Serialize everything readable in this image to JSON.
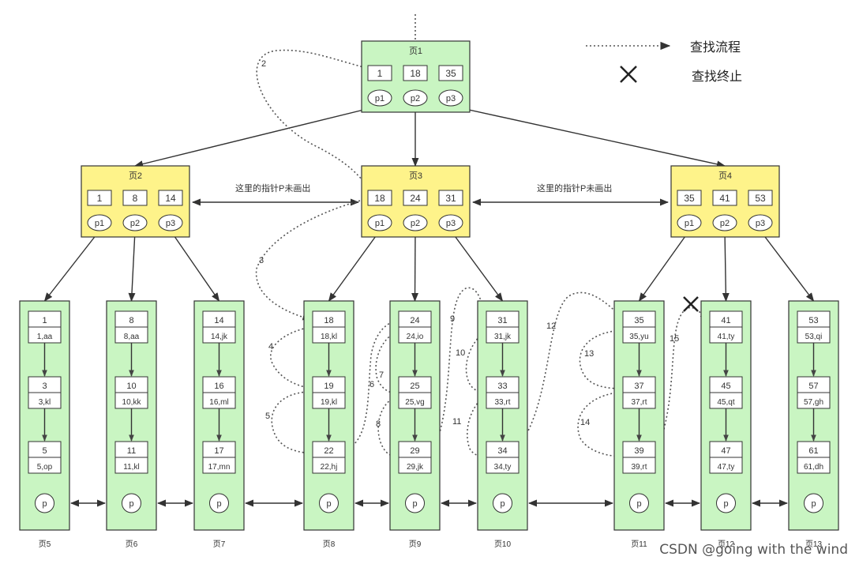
{
  "legend": {
    "flow_label": "查找流程",
    "stop_label": "查找终止"
  },
  "notes": {
    "pointer_note_left": "这里的指针P未画出",
    "pointer_note_right": "这里的指针P未画出"
  },
  "watermark": "CSDN @going with the wind",
  "colors": {
    "internal_fill": "#fef38a",
    "leaf_fill": "#c9f5c2",
    "root_fill": "#c9f5c2",
    "stroke": "#333333"
  },
  "root": {
    "title": "页1",
    "keys": [
      "1",
      "18",
      "35"
    ],
    "pointers": [
      "p1",
      "p2",
      "p3"
    ]
  },
  "internal_nodes": [
    {
      "title": "页2",
      "keys": [
        "1",
        "8",
        "14"
      ],
      "pointers": [
        "p1",
        "p2",
        "p3"
      ]
    },
    {
      "title": "页3",
      "keys": [
        "18",
        "24",
        "31"
      ],
      "pointers": [
        "p1",
        "p2",
        "p3"
      ]
    },
    {
      "title": "页4",
      "keys": [
        "35",
        "41",
        "53"
      ],
      "pointers": [
        "p1",
        "p2",
        "p3"
      ]
    }
  ],
  "leaves": [
    {
      "title": "页5",
      "pointer": "p",
      "records": [
        [
          "1",
          "1,aa"
        ],
        [
          "3",
          "3,kl"
        ],
        [
          "5",
          "5,op"
        ]
      ]
    },
    {
      "title": "页6",
      "pointer": "p",
      "records": [
        [
          "8",
          "8,aa"
        ],
        [
          "10",
          "10,kk"
        ],
        [
          "11",
          "11,kl"
        ]
      ]
    },
    {
      "title": "页7",
      "pointer": "p",
      "records": [
        [
          "14",
          "14,jk"
        ],
        [
          "16",
          "16,ml"
        ],
        [
          "17",
          "17,mn"
        ]
      ]
    },
    {
      "title": "页8",
      "pointer": "p",
      "records": [
        [
          "18",
          "18,kl"
        ],
        [
          "19",
          "19,kl"
        ],
        [
          "22",
          "22,hj"
        ]
      ]
    },
    {
      "title": "页9",
      "pointer": "p",
      "records": [
        [
          "24",
          "24,io"
        ],
        [
          "25",
          "25,vg"
        ],
        [
          "29",
          "29,jk"
        ]
      ]
    },
    {
      "title": "页10",
      "pointer": "p",
      "records": [
        [
          "31",
          "31,jk"
        ],
        [
          "33",
          "33,rt"
        ],
        [
          "34",
          "34,ty"
        ]
      ]
    },
    {
      "title": "页11",
      "pointer": "p",
      "records": [
        [
          "35",
          "35,yu"
        ],
        [
          "37",
          "37,rt"
        ],
        [
          "39",
          "39,rt"
        ]
      ]
    },
    {
      "title": "页12",
      "pointer": "p",
      "records": [
        [
          "41",
          "41,ty"
        ],
        [
          "45",
          "45,qt"
        ],
        [
          "47",
          "47,ty"
        ]
      ]
    },
    {
      "title": "页13",
      "pointer": "p",
      "records": [
        [
          "53",
          "53,qi"
        ],
        [
          "57",
          "57,gh"
        ],
        [
          "61",
          "61,dh"
        ]
      ]
    }
  ],
  "step_numbers": [
    "2",
    "3",
    "4",
    "5",
    "6",
    "7",
    "8",
    "9",
    "10",
    "11",
    "12",
    "13",
    "14",
    "15"
  ]
}
